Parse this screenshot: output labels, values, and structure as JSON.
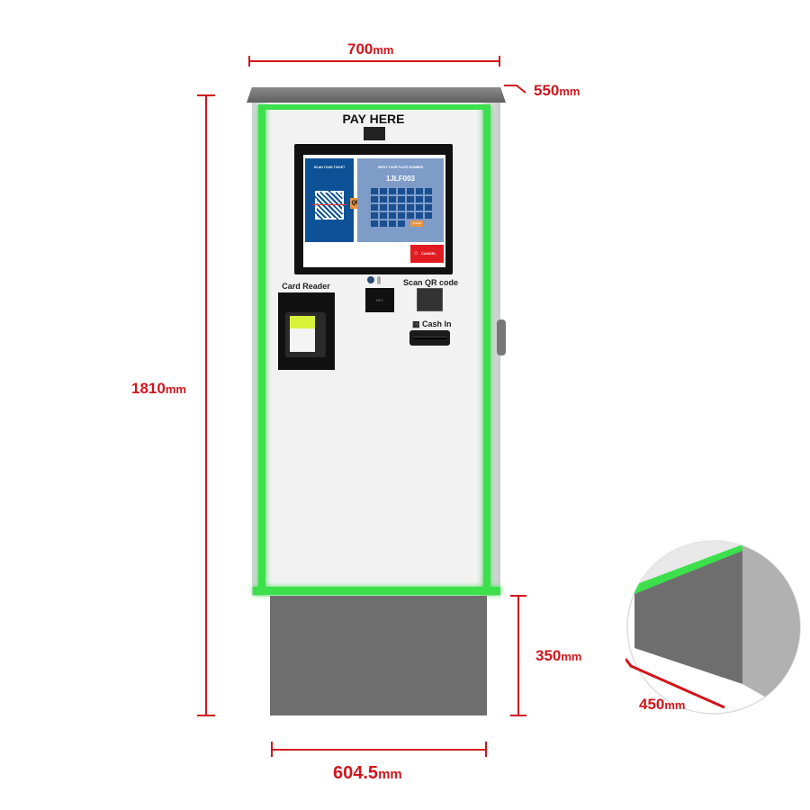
{
  "dimensions": {
    "width": {
      "value": "700",
      "unit": "mm"
    },
    "depth": {
      "value": "550",
      "unit": "mm"
    },
    "height": {
      "value": "1810",
      "unit": "mm"
    },
    "base_height": {
      "value": "350",
      "unit": "mm"
    },
    "base_width": {
      "value": "604.5",
      "unit": "mm"
    },
    "base_depth": {
      "value": "450",
      "unit": "mm"
    }
  },
  "kiosk": {
    "header": "PAY HERE",
    "screen": {
      "left_title": "SCAN YOUR TICKET",
      "qr_badge": "QR",
      "right_title": "INPUT YOUR PLATE NUMBER",
      "plate": "1JLF003",
      "clear_label": "CLEAR",
      "cancel_label": "CANCEL"
    },
    "card_reader_label": "Card Reader",
    "nfc_label": "NFC",
    "scan_qr_label": "Scan QR code",
    "cash_in_label": "Cash In"
  },
  "colors": {
    "dimension": "#d0161c",
    "led": "#35e04a",
    "screen_blue": "#0d5196",
    "screen_light": "#7f9cc8",
    "cancel": "#e21b23"
  }
}
